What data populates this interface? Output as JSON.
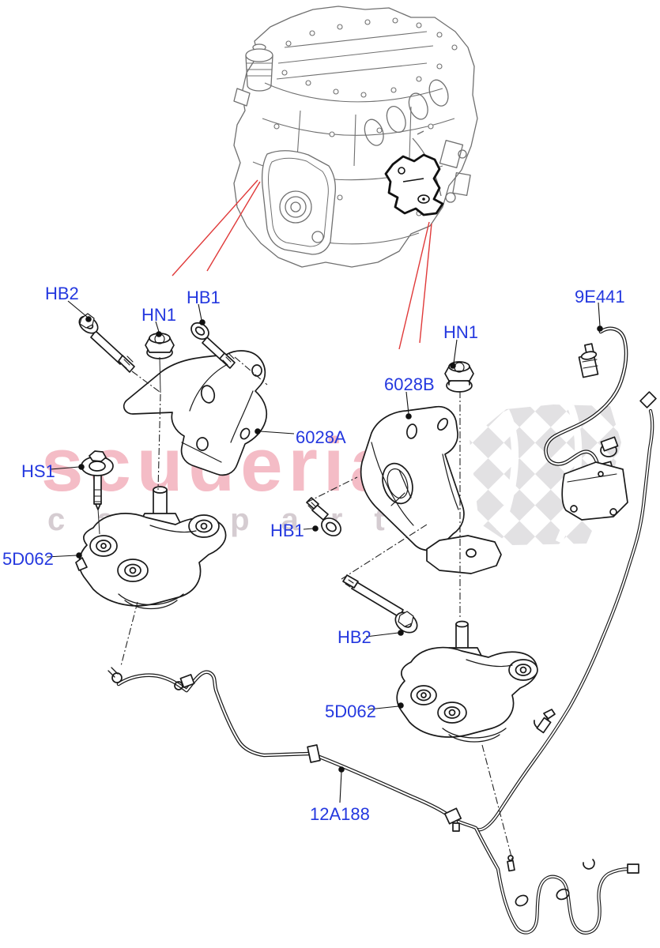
{
  "watermark": {
    "line1": "scuderia",
    "line2": "car parts",
    "color_primary": "#f4bcc6",
    "color_secondary": "#d5ccd1",
    "flag_color": "#e2e1e3"
  },
  "colors": {
    "label_blue": "#2438df",
    "line_black": "#1a1a1a",
    "engine_grey": "#707070",
    "leader_red": "#e03a3a"
  },
  "labels": [
    {
      "id": "hb2-top-left",
      "text": "HB2"
    },
    {
      "id": "hn1-top-left",
      "text": "HN1"
    },
    {
      "id": "hb1-top-left",
      "text": "HB1"
    },
    {
      "id": "6028a",
      "text": "6028A"
    },
    {
      "id": "hs1",
      "text": "HS1"
    },
    {
      "id": "5d062-left",
      "text": "5D062"
    },
    {
      "id": "hb1-middle",
      "text": "HB1"
    },
    {
      "id": "6028b",
      "text": "6028B"
    },
    {
      "id": "hn1-right",
      "text": "HN1"
    },
    {
      "id": "9e441",
      "text": "9E441"
    },
    {
      "id": "hb2-right",
      "text": "HB2"
    },
    {
      "id": "5d062-right",
      "text": "5D062"
    },
    {
      "id": "12a188",
      "text": "12A188"
    }
  ]
}
